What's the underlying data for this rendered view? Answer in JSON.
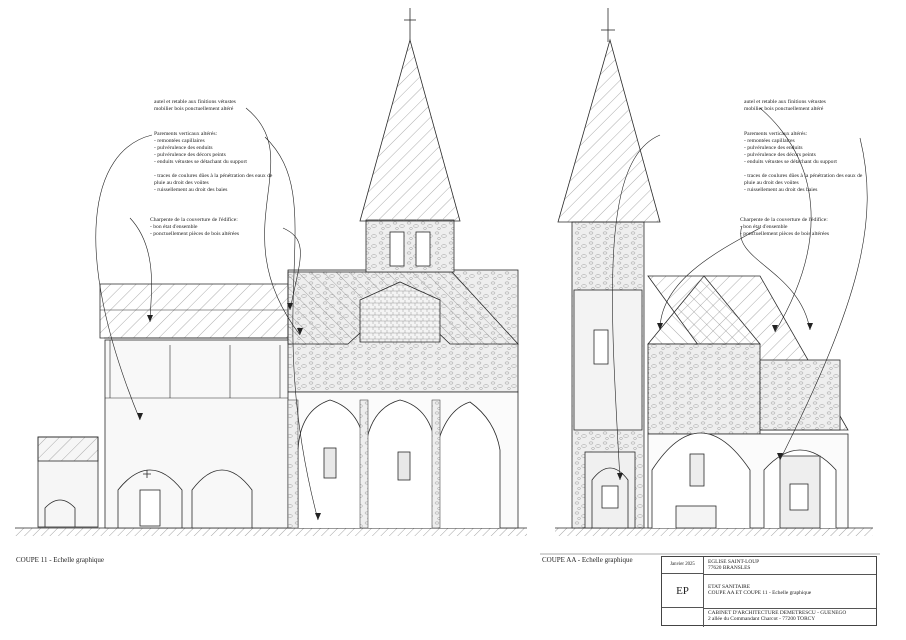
{
  "left": {
    "ann_altar": [
      "autel et retable aux finitions vétustes",
      "mobilier bois ponctuellement altéré"
    ],
    "ann_walls_title": "Parements verticaux altérés:",
    "ann_walls_items": [
      "- remontées capillaires",
      "- pulvérulence des enduits",
      "- pulvérulence des décors peints",
      "- enduits vétustes se détachant du support"
    ],
    "ann_walls_items2": [
      "- traces de coulures dûes à la pénétration des eaux de",
      "  pluie au droit des voûtes",
      "- ruissellement au droit des baies"
    ],
    "ann_roof_title": "Charpente  de la couverture de l'édifice:",
    "ann_roof_items": [
      "- bon état d'ensemble",
      "- ponctuellement pièces de bois altérées"
    ],
    "caption": "COUPE 11 - Echelle graphique"
  },
  "right": {
    "ann_altar": [
      "autel et retable aux finitions vétustes",
      "mobilier bois ponctuellement altéré"
    ],
    "ann_walls_title": "Parements verticaux altérés:",
    "ann_walls_items": [
      "- remontées capillaires",
      "- pulvérulence des enduits",
      "- pulvérulence des décors peints",
      "- enduits vétustes se détachant du support"
    ],
    "ann_walls_items2": [
      "- traces de coulures dûes à la pénétration des eaux de",
      "  pluie au droit des voûtes",
      "- ruissellement au droit des baies"
    ],
    "ann_roof_title": "Charpente  de la couverture de l'édifice:",
    "ann_roof_items": [
      "- bon état d'ensemble",
      "- ponctuellement pièces de bois altérées"
    ],
    "caption": "COUPE AA - Echelle graphique"
  },
  "cartouche": {
    "date": "Janvier 2025",
    "code": "EP",
    "project_line1": "EGLISE SAINT-LOUP",
    "project_line2": "77620 BRANSLES",
    "doc_line1": "ETAT SANITAIRE",
    "doc_line2": "COUPE AA ET COUPE 11 - Echelle graphique",
    "architect_line1": "CABINET D'ARCHITECTURE DEMETRESCU - GUENEGO",
    "architect_line2": "2 allée du Commandant Charcot - 77200 TORCY"
  },
  "colors": {
    "roof_hatch": "#9a9a9a",
    "stone_fill": "#ececec",
    "line": "#2a2a2a"
  }
}
